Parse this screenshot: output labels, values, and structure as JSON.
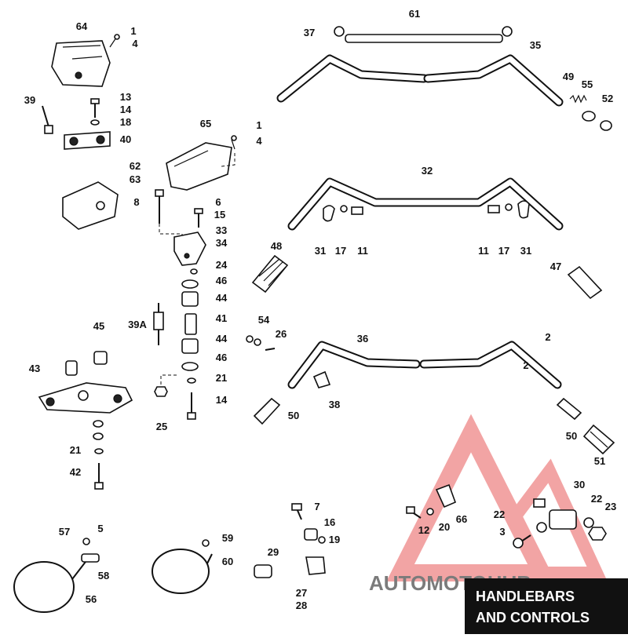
{
  "diagram": {
    "title_line1": "HANDLEBARS",
    "title_line2": "AND CONTROLS",
    "callouts": [
      "64",
      "1",
      "4",
      "39",
      "13",
      "14",
      "18",
      "40",
      "65",
      "1",
      "4",
      "62",
      "63",
      "8",
      "6",
      "15",
      "33",
      "34",
      "24",
      "46",
      "44",
      "39A",
      "41",
      "44",
      "46",
      "21",
      "14",
      "25",
      "45",
      "43",
      "21",
      "42",
      "61",
      "37",
      "35",
      "49",
      "55",
      "52",
      "32",
      "31",
      "17",
      "11",
      "11",
      "17",
      "31",
      "48",
      "47",
      "54",
      "26",
      "36",
      "2",
      "2",
      "38",
      "50",
      "50",
      "51",
      "57",
      "5",
      "58",
      "56",
      "59",
      "60",
      "7",
      "16",
      "19",
      "29",
      "27",
      "28",
      "30",
      "66",
      "12",
      "20",
      "22",
      "22",
      "23",
      "3"
    ]
  },
  "watermark": {
    "text": "AUTOMOTOHUB",
    "color": "#e85a5a"
  },
  "colors": {
    "ink": "#111111",
    "title_bg": "#111111",
    "title_fg": "#ffffff"
  }
}
